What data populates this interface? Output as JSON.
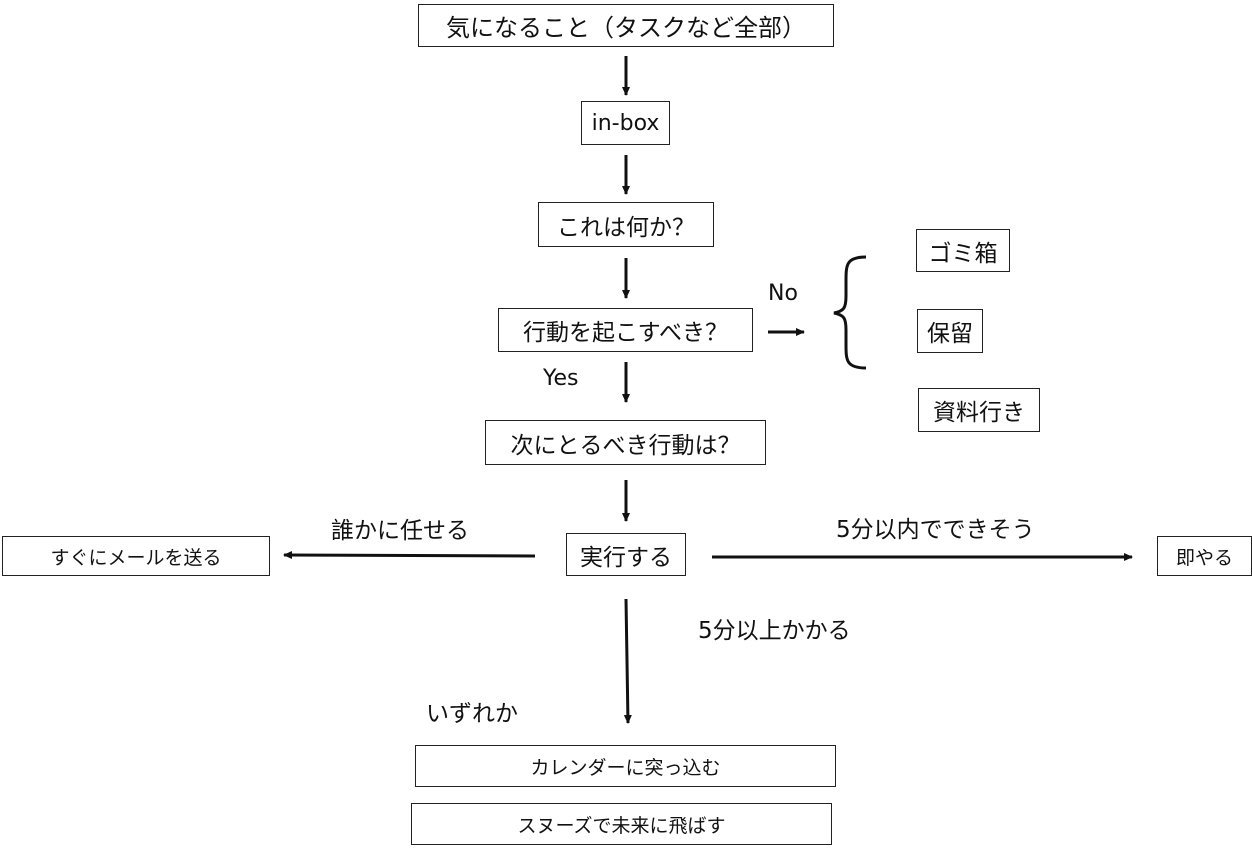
{
  "nodes": {
    "concerns": "気になること（タスクなど全部）",
    "inbox": "in-box",
    "what": "これは何か？",
    "actionable": "行動を起こすべき？",
    "trash": "ゴミ箱",
    "hold": "保留",
    "reference": "資料行き",
    "next_action": "次にとるべき行動は？",
    "do": "実行する",
    "delegate": "すぐにメールを送る",
    "do_now": "即やる",
    "calendar": "カレンダーに突っ込む",
    "snooze": "スヌーズで未来に飛ばす"
  },
  "labels": {
    "no": "No",
    "yes": "Yes",
    "delegate": "誰かに任せる",
    "under5": "5分以内でできそう",
    "over5": "5分以上かかる",
    "either": "いずれか"
  }
}
